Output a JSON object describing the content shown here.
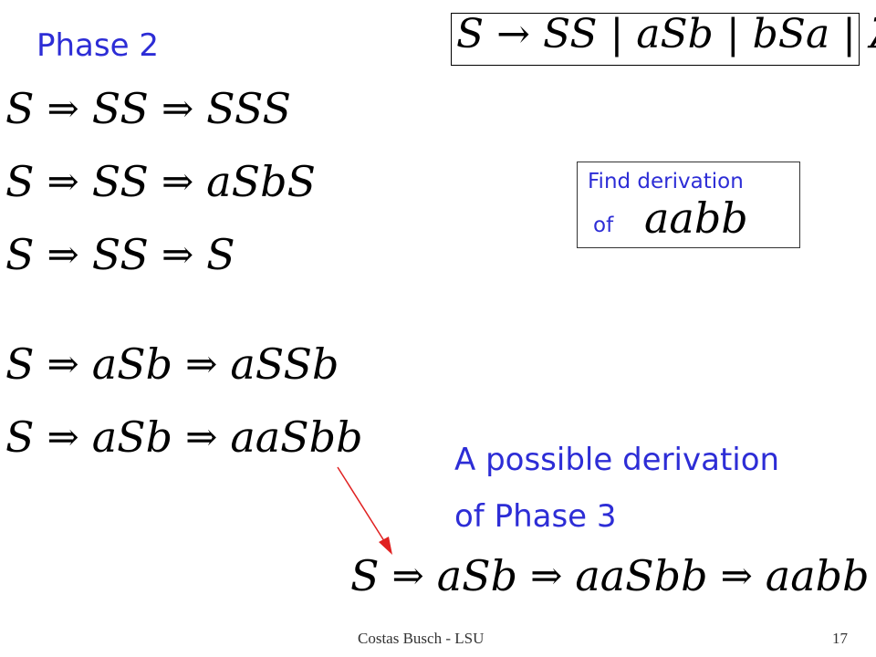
{
  "slide": {
    "title": "Phase 2",
    "grammar": "S → SS | aSb | bSa | λ",
    "arrow_symbol": "⇒",
    "derivations_group1": [
      [
        "S",
        "SS",
        "SSS"
      ],
      [
        "S",
        "SS",
        "aSbS"
      ],
      [
        "S",
        "SS",
        "S"
      ]
    ],
    "derivations_group2": [
      [
        "S",
        "aSb",
        "aSSb"
      ],
      [
        "S",
        "aSb",
        "aaSbb"
      ]
    ],
    "find_box": {
      "line1": "Find derivation",
      "line2": "of",
      "target": "aabb"
    },
    "note_line1": "A possible derivation",
    "note_line2": "of Phase 3",
    "final_derivation": [
      "S",
      "aSb",
      "aaSbb",
      "aabb"
    ],
    "pointer_color": "#e02020",
    "accent_color": "#2d2dd6"
  },
  "footer": {
    "author": "Costas Busch - LSU",
    "page_number": "17"
  }
}
